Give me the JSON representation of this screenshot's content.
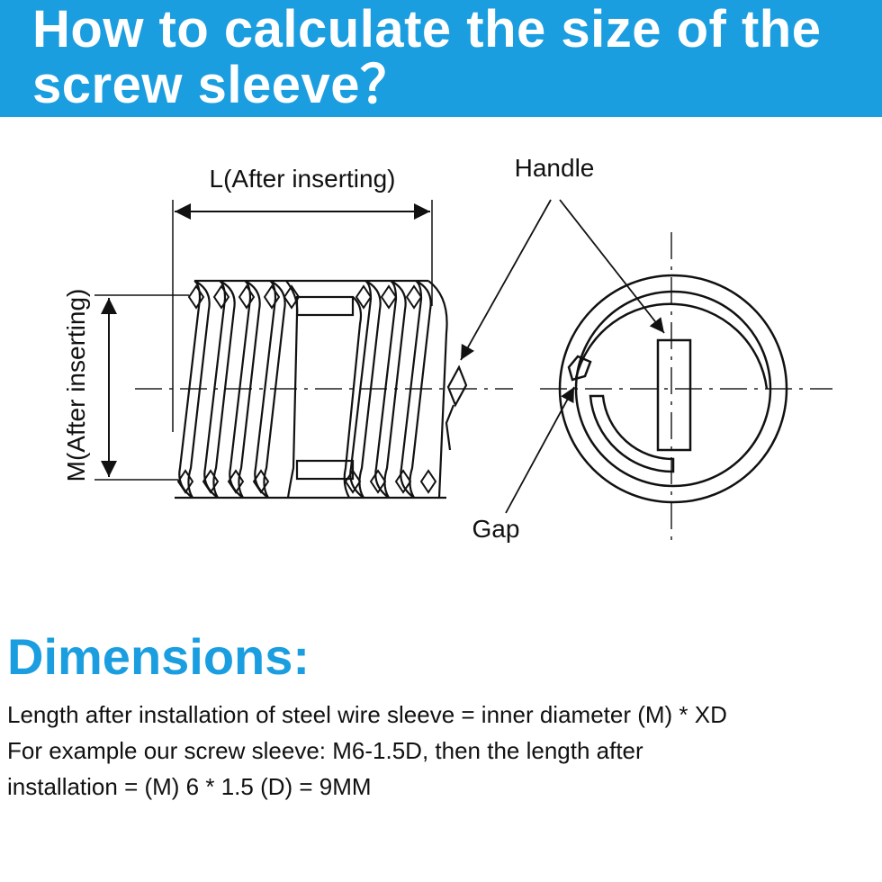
{
  "header": {
    "title_line1": "How to calculate the size of the",
    "title_line2": "screw sleeve？",
    "background_color": "#1a9ee0"
  },
  "diagram": {
    "length_label": "L(After inserting)",
    "diameter_label": "M(After inserting)",
    "handle_label": "Handle",
    "gap_label": "Gap"
  },
  "dimensions": {
    "heading": "Dimensions:",
    "heading_color": "#1a9ee0",
    "line1": "Length after installation of steel wire sleeve = inner diameter (M) * XD",
    "line2": "For example our screw sleeve: M6-1.5D, then the length after",
    "line3": "installation = (M) 6 * 1.5 (D) = 9MM"
  }
}
